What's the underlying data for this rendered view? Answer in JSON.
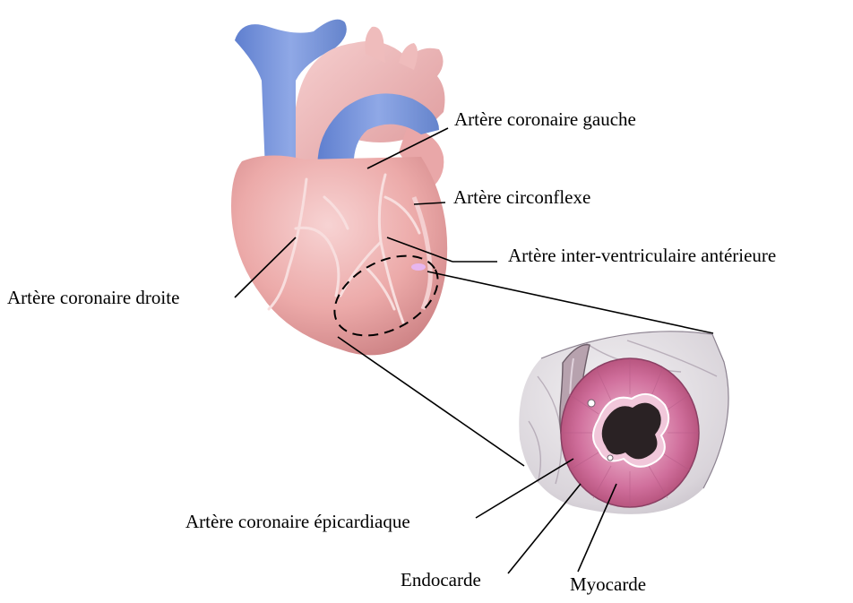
{
  "labels": {
    "left_coronary": "Artère coronaire gauche",
    "circumflex": "Artère circonflexe",
    "anterior_interventricular": "Artère inter-ventriculaire antérieure",
    "right_coronary": "Artère coronaire droite",
    "epicardial_coronary": "Artère coronaire épicardiaque",
    "endocardium": "Endocarde",
    "myocardium": "Myocarde"
  },
  "colors": {
    "heart": "#ecaaa9",
    "heart_shadow": "#c97d80",
    "vessel_blue": "#7d9ad8",
    "myocardium": "#c8628f",
    "lumen": "#2a2224",
    "leader_line": "#000000"
  }
}
